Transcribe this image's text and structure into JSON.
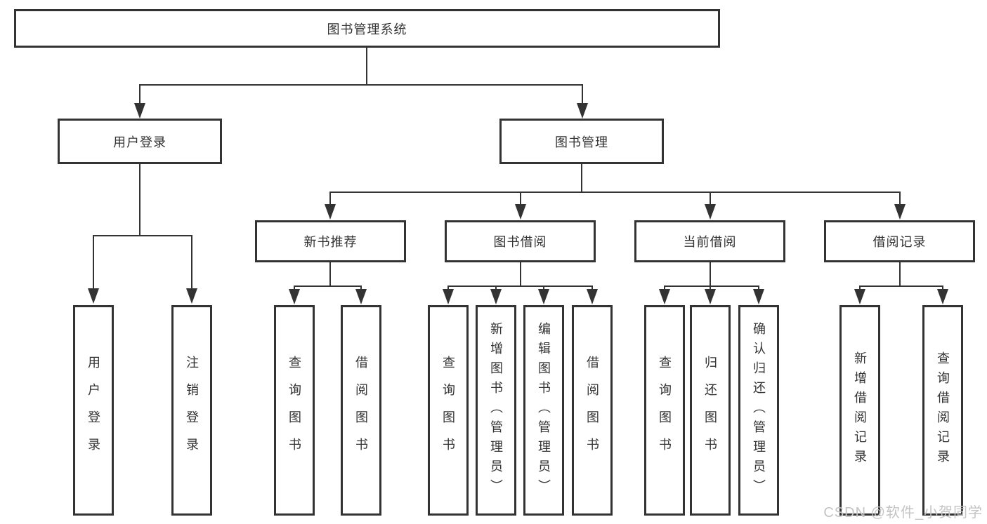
{
  "tree": {
    "root": {
      "label": "图书管理系统",
      "children": [
        {
          "label": "用户登录",
          "children": [
            {
              "label": "用户登录"
            },
            {
              "label": "注销登录"
            }
          ]
        },
        {
          "label": "图书管理",
          "children": [
            {
              "label": "新书推荐",
              "children": [
                {
                  "label": "查询图书"
                },
                {
                  "label": "借阅图书"
                }
              ]
            },
            {
              "label": "图书借阅",
              "children": [
                {
                  "label": "查询图书"
                },
                {
                  "label": "新增图书（管理员）"
                },
                {
                  "label": "编辑图书（管理员）"
                },
                {
                  "label": "借阅图书"
                }
              ]
            },
            {
              "label": "当前借阅",
              "children": [
                {
                  "label": "查询图书"
                },
                {
                  "label": "归还图书"
                },
                {
                  "label": "确认归还（管理员）"
                }
              ]
            },
            {
              "label": "借阅记录",
              "children": [
                {
                  "label": "新增借阅记录"
                },
                {
                  "label": "查询借阅记录"
                }
              ]
            }
          ]
        }
      ]
    }
  },
  "watermark": {
    "text": "CSDN @软件_小贺同学"
  },
  "colors": {
    "line": "#333333",
    "text": "#333333",
    "watermark": "#c4c4c4",
    "bg": "#ffffff"
  }
}
